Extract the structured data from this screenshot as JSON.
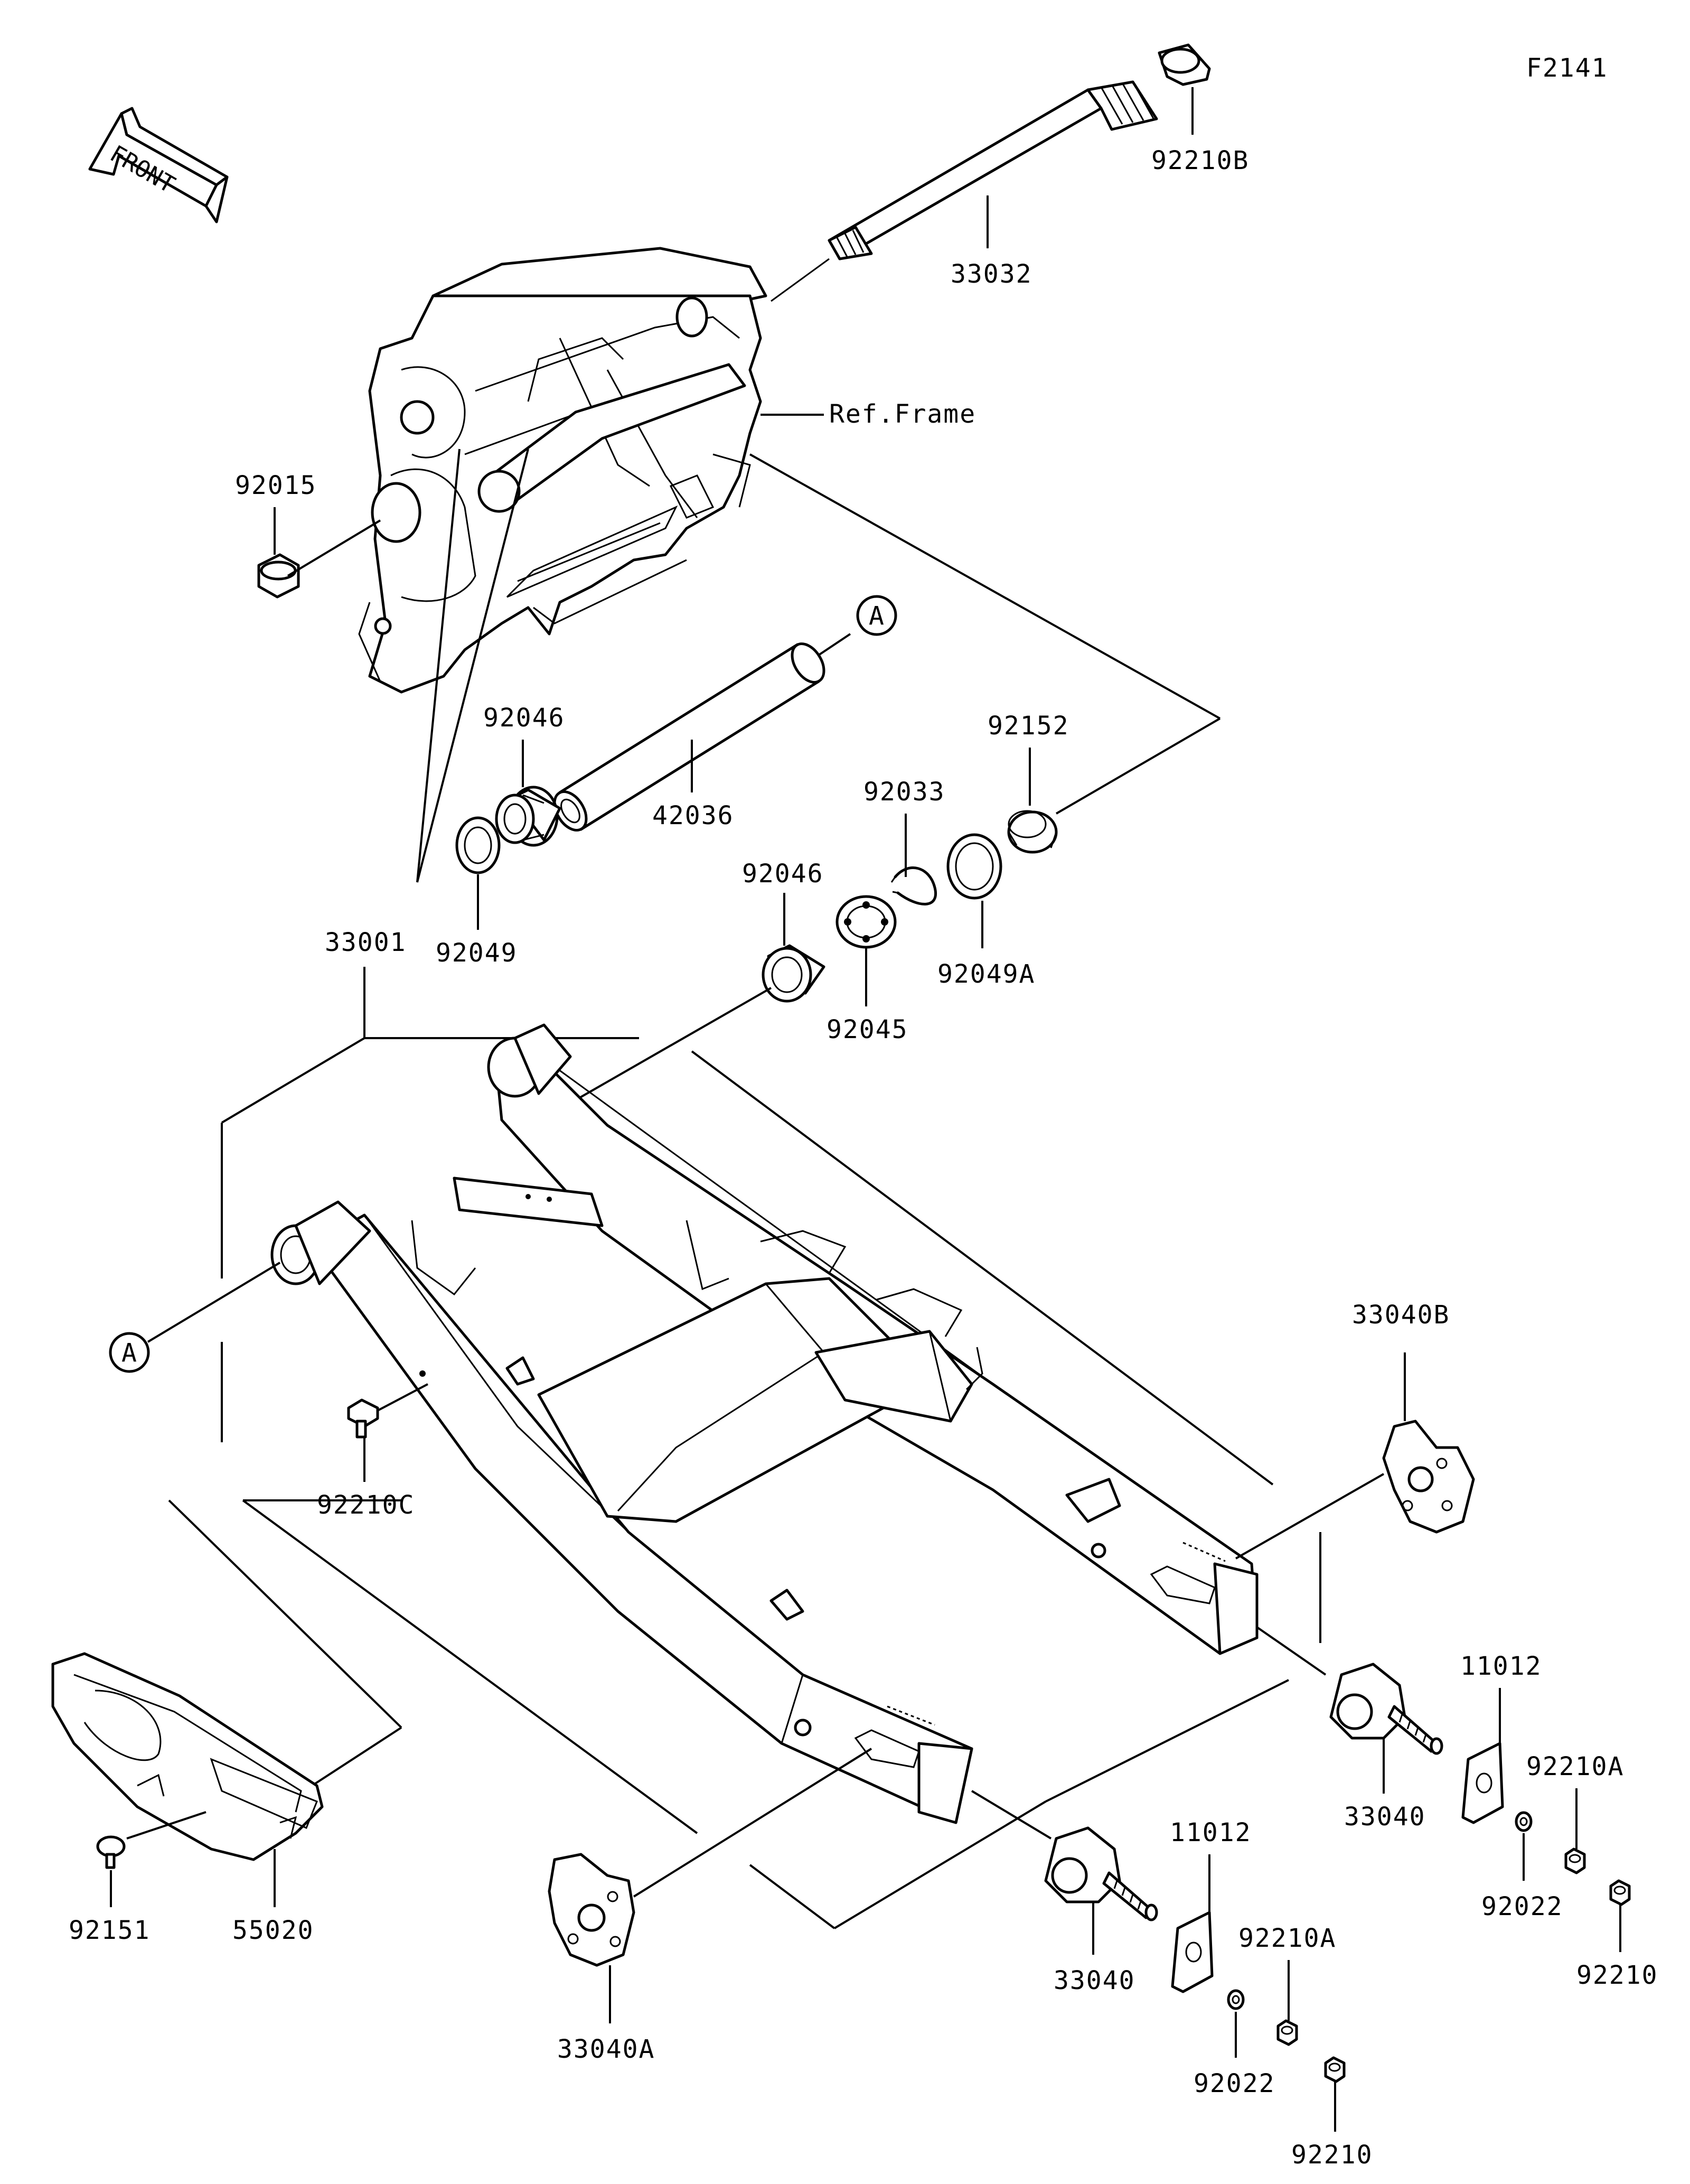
{
  "diagram_code": "F2141",
  "front_arrow_text": "FRONT",
  "ref_frame_label": "Ref.Frame",
  "callout_a": "A",
  "labels": {
    "p92210B": "92210B",
    "p33032": "33032",
    "p92015": "92015",
    "p92046_top": "92046",
    "p42036": "42036",
    "p92152": "92152",
    "p92033": "92033",
    "p92049": "92049",
    "p92046_mid": "92046",
    "p92049A": "92049A",
    "p92045": "92045",
    "p33001": "33001",
    "p33040B": "33040B",
    "p92210C": "92210C",
    "p11012_right": "11012",
    "p92210A_right": "92210A",
    "p33040_right": "33040",
    "p92022_right": "92022",
    "p92210_right": "92210",
    "p11012_mid": "11012",
    "p92210A_mid": "92210A",
    "p92151": "92151",
    "p55020": "55020",
    "p33040_mid": "33040",
    "p33040A": "33040A",
    "p92022_mid": "92022",
    "p92210_mid": "92210"
  }
}
